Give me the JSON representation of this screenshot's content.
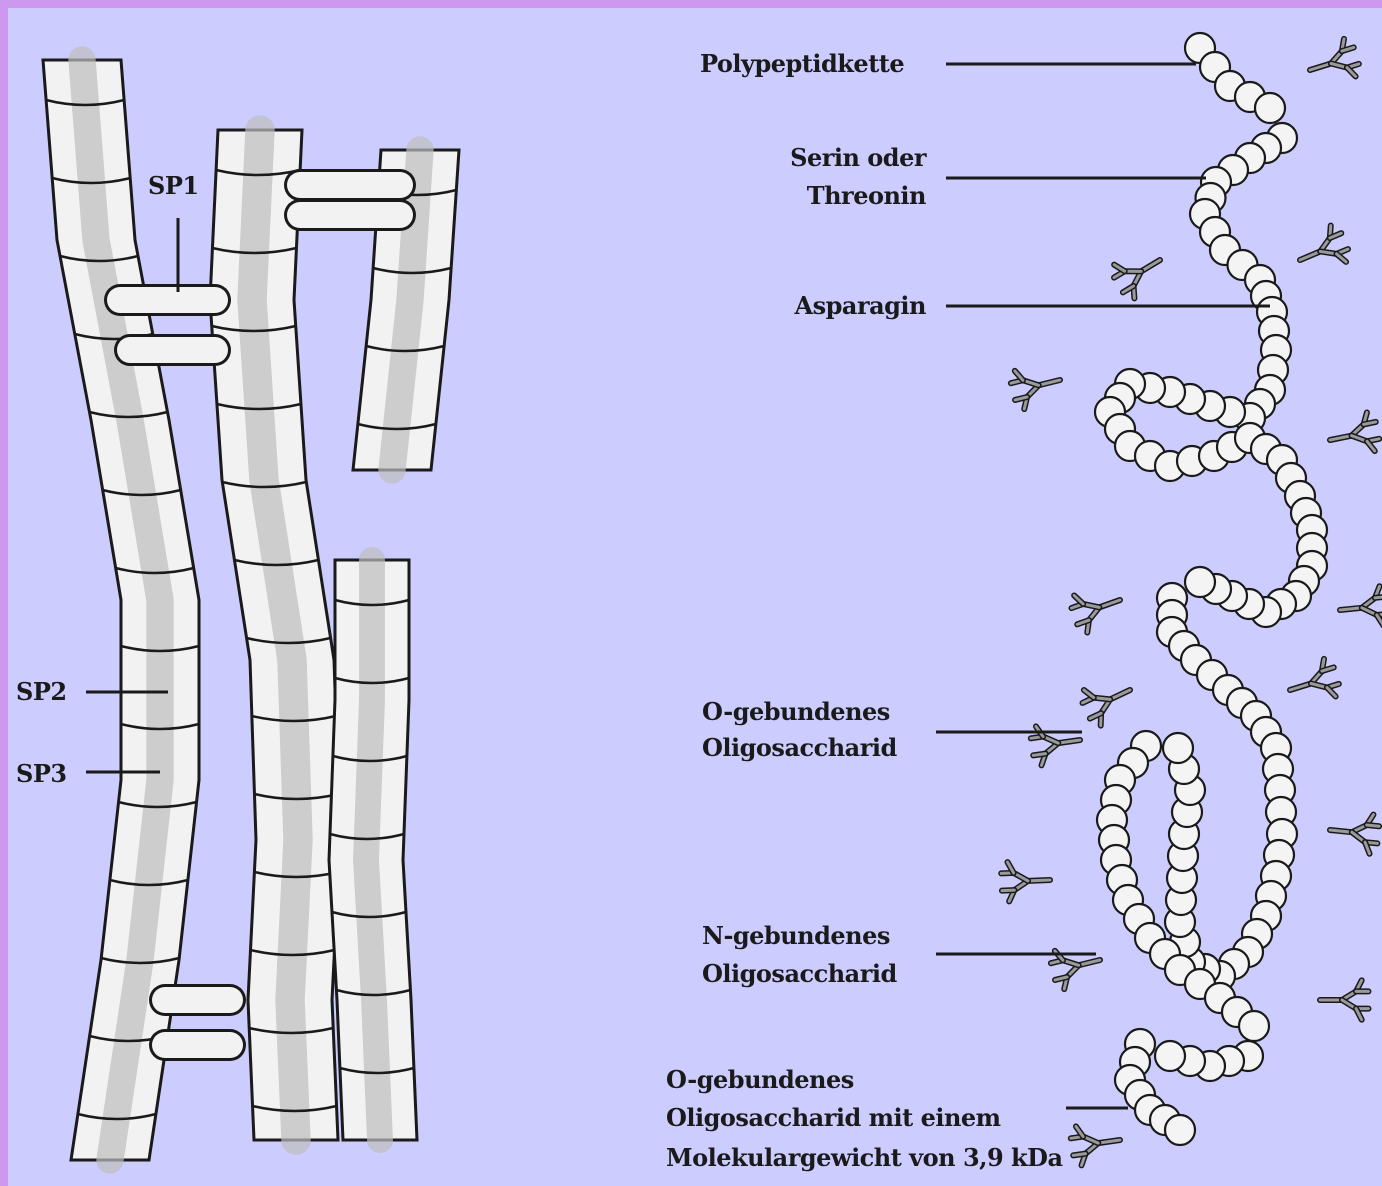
{
  "colors": {
    "border": "#cc99ee",
    "background": "#ccccff",
    "ink": "#1a1a1a",
    "fiber_fill": "#f2f2f2",
    "fiber_shade": "#bdbdbd"
  },
  "left_labels": {
    "sp1": "SP1",
    "sp2": "SP2",
    "sp3": "SP3"
  },
  "right_labels": {
    "polypeptide": "Polypeptidkette",
    "serine_line1": "Serin oder",
    "serine_line2": "Threonin",
    "asparagine": "Asparagin",
    "o_linked_line1": "O-gebundenes",
    "o_linked_line2": "Oligosaccharid",
    "n_linked_line1": "N-gebundenes",
    "n_linked_line2": "Oligosaccharid",
    "o_large_line1": "O-gebundenes",
    "o_large_line2": "Oligosaccharid mit einem",
    "o_large_line3": "Molekulargewicht von 3,9 kDa"
  }
}
